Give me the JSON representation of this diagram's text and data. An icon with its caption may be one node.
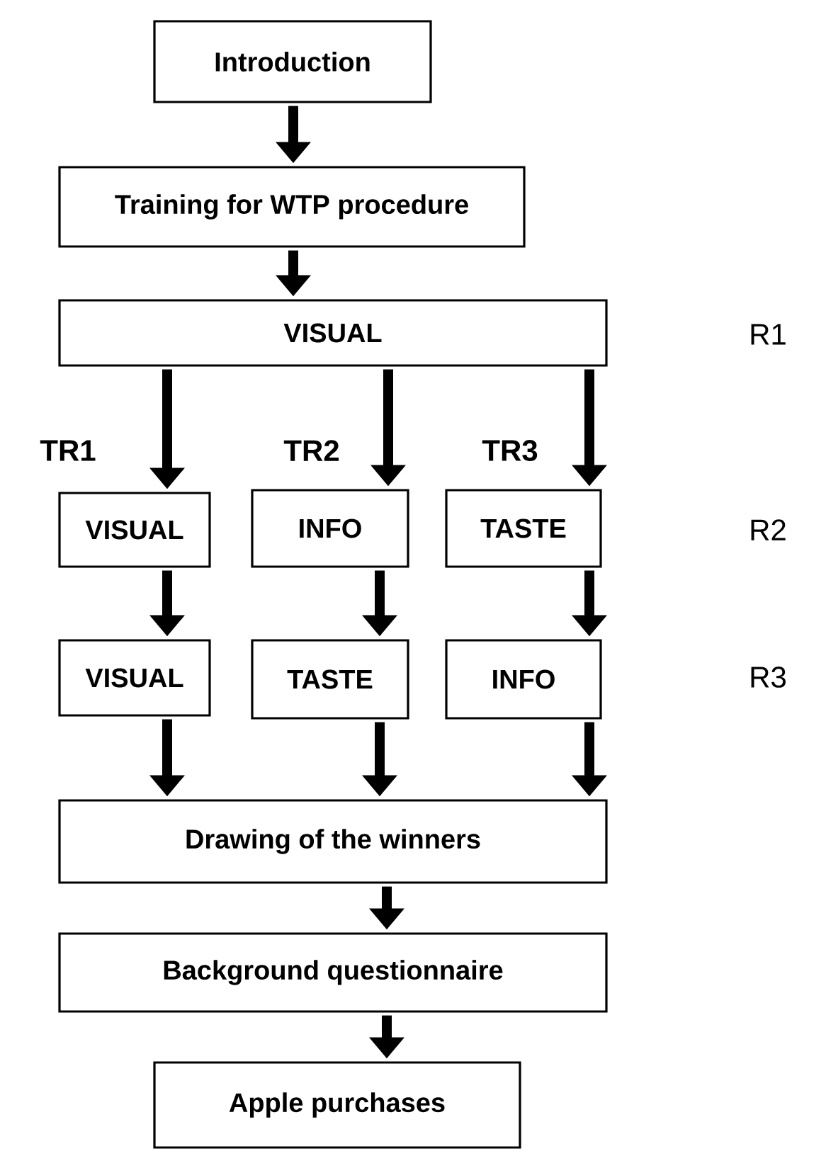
{
  "diagram": {
    "nodes": [
      {
        "text": [
          "Introduction"
        ]
      },
      {
        "text": [
          "Training for WTP procedure"
        ]
      },
      {
        "text": [
          "VISUAL"
        ]
      },
      {
        "text": [
          "VISUAL"
        ]
      },
      {
        "text": [
          "INFO"
        ]
      },
      {
        "text": [
          "TASTE"
        ]
      },
      {
        "text": [
          "VISUAL"
        ]
      },
      {
        "text": [
          "TASTE"
        ]
      },
      {
        "text": [
          "INFO"
        ]
      },
      {
        "text": [
          "Drawing of the winners"
        ]
      },
      {
        "text": [
          "Background questionnaire"
        ]
      },
      {
        "text": [
          "Apple purchases"
        ]
      }
    ],
    "edges": [
      {
        "from": 0,
        "to": 1,
        "arrow": "to"
      },
      {
        "from": 1,
        "to": 2,
        "arrow": "to"
      },
      {
        "from": 2,
        "to": 3,
        "arrow": "to"
      },
      {
        "from": 2,
        "to": 4,
        "arrow": "to"
      },
      {
        "from": 2,
        "to": 5,
        "arrow": "to"
      },
      {
        "from": 3,
        "to": 6,
        "arrow": "to"
      },
      {
        "from": 4,
        "to": 7,
        "arrow": "to"
      },
      {
        "from": 5,
        "to": 8,
        "arrow": "to"
      },
      {
        "from": 6,
        "to": 9,
        "arrow": "to"
      },
      {
        "from": 7,
        "to": 9,
        "arrow": "to"
      },
      {
        "from": 8,
        "to": 9,
        "arrow": "to"
      },
      {
        "from": 9,
        "to": 10,
        "arrow": "to"
      },
      {
        "from": 10,
        "to": 11,
        "arrow": "to"
      }
    ],
    "labels": [
      "R1",
      "TR1",
      "TR2",
      "TR3",
      "R2",
      "R3"
    ]
  }
}
